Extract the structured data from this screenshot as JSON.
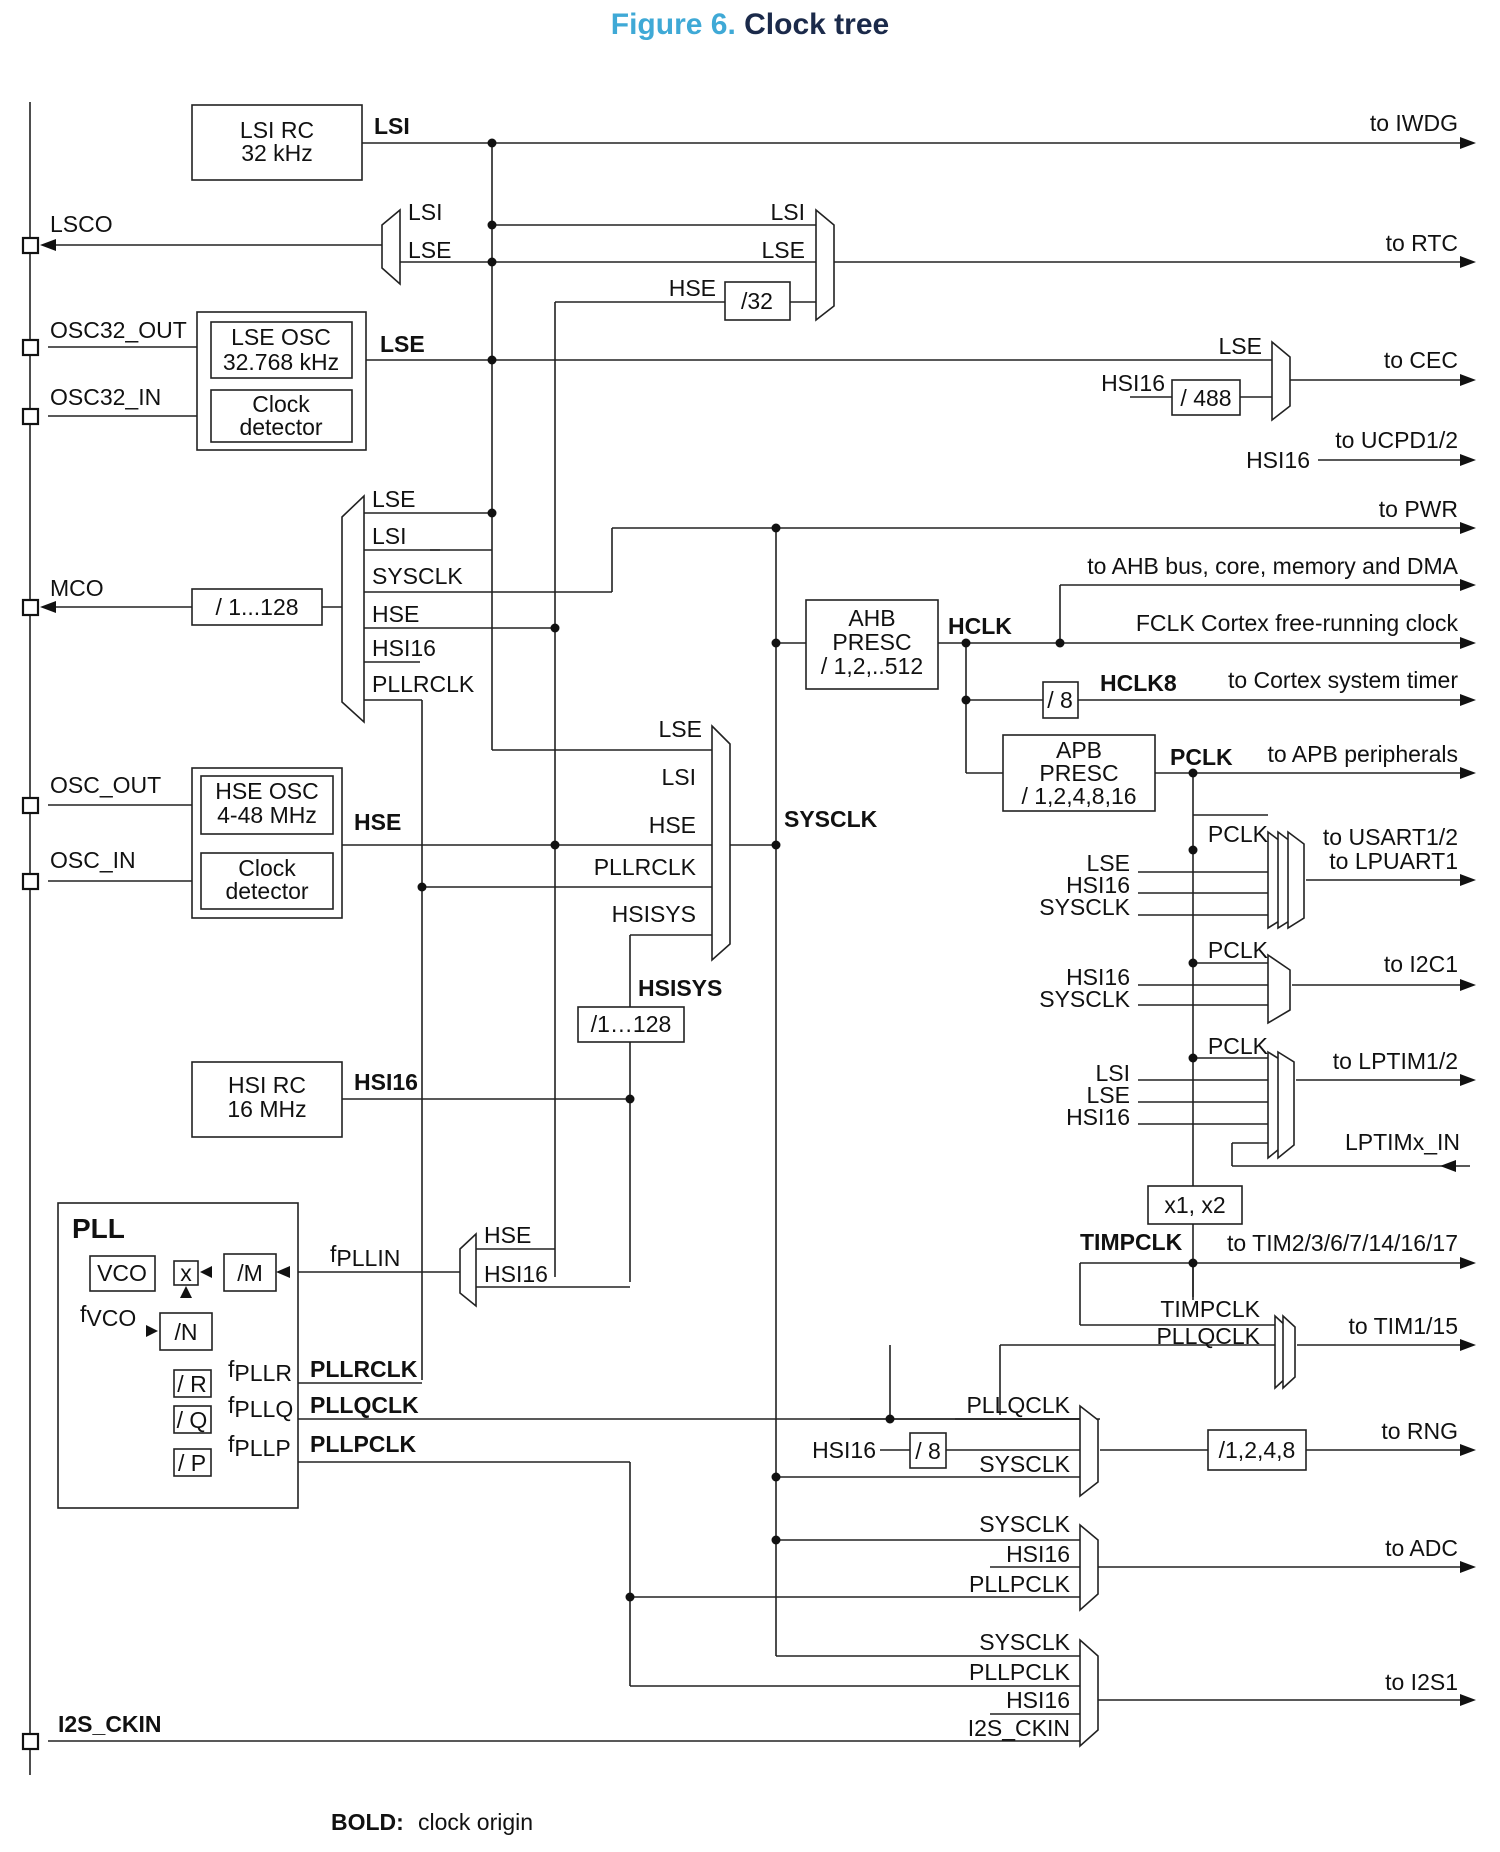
{
  "figure": {
    "number": "Figure 6.",
    "title": "Clock tree"
  },
  "pins": {
    "lsco": "LSCO",
    "osc32_out": "OSC32_OUT",
    "osc32_in": "OSC32_IN",
    "mco": "MCO",
    "osc_out": "OSC_OUT",
    "osc_in": "OSC_IN",
    "i2s_ckin": "I2S_CKIN"
  },
  "blocks": {
    "lsi_rc": [
      "LSI RC",
      "32 kHz"
    ],
    "lse_osc": [
      "LSE OSC",
      "32.768 kHz"
    ],
    "lse_detector": [
      "Clock",
      "detector"
    ],
    "mco_div": "/ 1...128",
    "hse_osc": [
      "HSE OSC",
      "4-48 MHz"
    ],
    "hse_detector": [
      "Clock",
      "detector"
    ],
    "hsi_rc": [
      "HSI RC",
      "16 MHz"
    ],
    "rtc_div": "/32",
    "cec_div": "/ 488",
    "hsisys_div": "/1…128",
    "ahb": [
      "AHB",
      "PRESC",
      "/ 1,2,..512"
    ],
    "hclk8_div": "/ 8",
    "apb": [
      "APB",
      "PRESC",
      "/ 1,2,4,8,16"
    ],
    "tim_mul": "x1, x2",
    "rng_hsi_div": "/ 8",
    "rng_div": "/1,2,4,8",
    "pll_title": "PLL",
    "vco": "VCO",
    "mult": "x",
    "div_m": "/M",
    "div_n": "/N",
    "div_r": "/ R",
    "div_q": "/ Q",
    "div_p": "/ P"
  },
  "signals": {
    "lsi": "LSI",
    "lse": "LSE",
    "hse": "HSE",
    "hsi16": "HSI16",
    "hsisys": "HSISYS",
    "sysclk": "SYSCLK",
    "hclk": "HCLK",
    "hclk8": "HCLK8",
    "pclk": "PCLK",
    "timpclk": "TIMPCLK",
    "pllrclk": "PLLRCLK",
    "pllqclk": "PLLQCLK",
    "pllpclk": "PLLPCLK",
    "i2s_ckin": "I2S_CKIN",
    "lptimx_in": "LPTIMx_IN",
    "fpllin": {
      "f": "f",
      "sub": "PLLIN"
    },
    "fvco": {
      "f": "f",
      "sub": "VCO"
    },
    "fpllr": {
      "f": "f",
      "sub": "PLLR"
    },
    "fpllq": {
      "f": "f",
      "sub": "PLLQ"
    },
    "fpllp": {
      "f": "f",
      "sub": "PLLP"
    }
  },
  "outputs": {
    "iwdg": "to IWDG",
    "rtc": "to RTC",
    "cec": "to CEC",
    "ucpd": "to UCPD1/2",
    "pwr": "to PWR",
    "ahb": "to AHB bus, core, memory and DMA",
    "fclk": "FCLK Cortex free-running clock",
    "systimer": "to Cortex system timer",
    "apb": "to APB peripherals",
    "usart1": "to USART1/2",
    "usart2": "to LPUART1",
    "i2c1": "to I2C1",
    "lptim": "to LPTIM1/2",
    "tim": "to TIM2/3/6/7/14/16/17",
    "tim1": "to TIM1/15",
    "rng": "to RNG",
    "adc": "to ADC",
    "i2s1": "to I2S1"
  },
  "legend": {
    "bold": "BOLD:",
    "desc": "clock origin"
  }
}
